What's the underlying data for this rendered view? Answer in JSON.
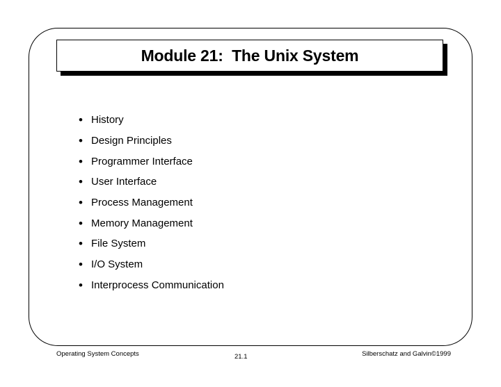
{
  "slide": {
    "title": "Module 21:  The Unix System",
    "bullets": [
      "History",
      "Design Principles",
      "Programmer Interface",
      "User Interface",
      "Process Management",
      "Memory Management",
      "File System",
      "I/O System",
      "Interprocess Communication"
    ],
    "bullet_glyph": "•"
  },
  "footer": {
    "left": "Operating System Concepts",
    "center": "21.1",
    "right": "Silberschatz and Galvin©1999"
  }
}
